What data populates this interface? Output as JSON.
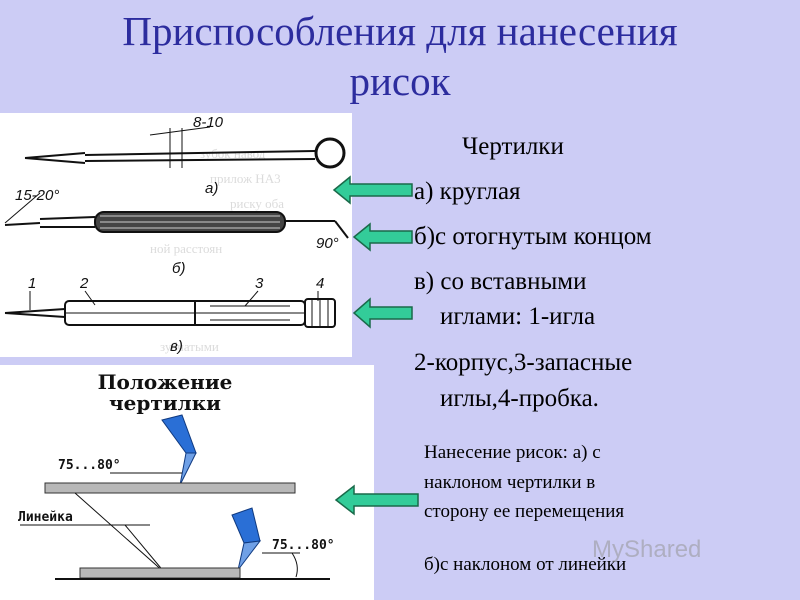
{
  "slide": {
    "title_line1": "Приспособления для нанесения",
    "title_line2": "рисок"
  },
  "list": {
    "heading": "Чертилки",
    "item_a": "а) круглая",
    "item_b": "б)с отогнутым концом",
    "item_v_line1": "в) со вставными",
    "item_v_line2": "иглами: 1-игла",
    "parts_line1": "2-корпус,3-запасные",
    "parts_line2": "иглы,4-пробка."
  },
  "marking": {
    "line1": "Нанесение рисок:    а) с",
    "line2": "наклоном чертилки в",
    "line3": "сторону ее перемещения",
    "line4": "б)с наклоном  от линейки"
  },
  "figure_top": {
    "dim_top": "8-10",
    "angle_left": "15-20°",
    "angle_right": "90°",
    "label_a": "а)",
    "label_b": "б)",
    "label_v": "в)",
    "part_1": "1",
    "part_2": "2",
    "part_3": "3",
    "part_4": "4"
  },
  "figure_bottom": {
    "heading_line1": "Положение",
    "heading_line2": "чертилки",
    "angle_upper": "75...80°",
    "angle_lower": "75...80°",
    "ruler_label": "Линейка"
  },
  "watermark": "MyShared",
  "colors": {
    "background": "#ccccf5",
    "title": "#2c2c9e",
    "arrow_fill": "#33cc99",
    "arrow_stroke": "#1a6a4a",
    "scriber_blue": "#2a6fd6"
  }
}
